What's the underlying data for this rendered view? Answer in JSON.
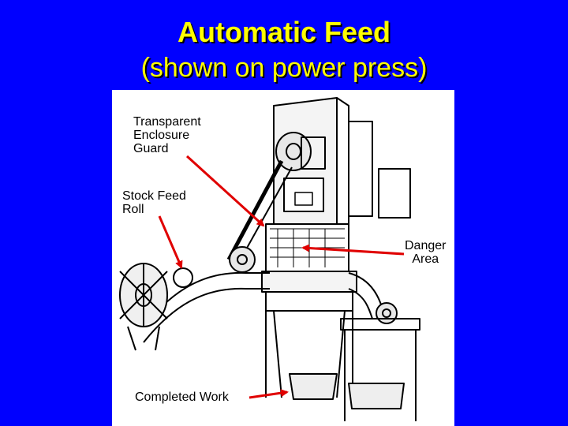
{
  "slide": {
    "title": "Automatic Feed",
    "subtitle": "(shown on power press)"
  },
  "labels": {
    "enclosure": "Transparent\nEnclosure\nGuard",
    "stock_feed": "Stock Feed\nRoll",
    "danger": "Danger\nArea",
    "completed": "Completed Work"
  },
  "colors": {
    "background": "#0000ff",
    "title": "#ffff00",
    "arrow": "#e00000"
  }
}
